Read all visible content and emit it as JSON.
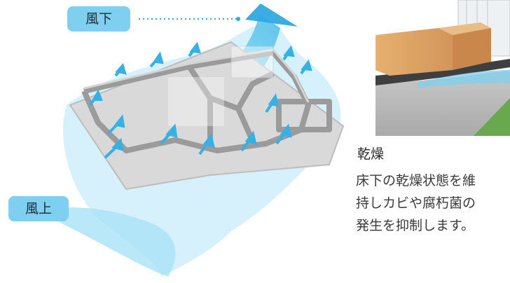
{
  "labels": {
    "downwind": "風下",
    "upwind": "風上"
  },
  "description": {
    "title": "乾燥",
    "lines": [
      "床下の乾燥状態を維",
      "持しカビや腐朽菌の",
      "発生を抑制します。"
    ]
  },
  "colors": {
    "chip": "#7fd0f0",
    "airflow": "#8fd8f0",
    "arrow": "#3fb6e6"
  }
}
